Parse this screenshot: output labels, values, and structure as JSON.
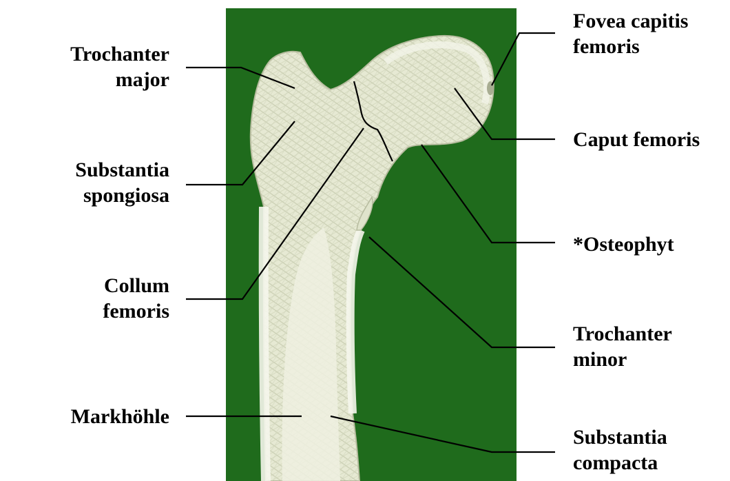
{
  "colors": {
    "background": "#ffffff",
    "specimen_backdrop": "#1f6b1c",
    "bone": "#e9ecd9",
    "bone_shadow": "#bfc4a8",
    "leader_lines": "#000000",
    "text": "#000000"
  },
  "labels": {
    "trochanter_major": {
      "line1": "Trochanter",
      "line2": "major"
    },
    "substantia_spongiosa": {
      "line1": "Substantia",
      "line2": "spongiosa"
    },
    "collum_femoris": {
      "line1": "Collum",
      "line2": "femoris"
    },
    "markhoehle": {
      "line1": "Markhöhle"
    },
    "fovea_capitis_femoris": {
      "line1": "Fovea capitis",
      "line2": "femoris"
    },
    "caput_femoris": {
      "line1": "Caput femoris"
    },
    "osteophyt": {
      "line1": "*Osteophyt"
    },
    "trochanter_minor": {
      "line1": "Trochanter",
      "line2": "minor"
    },
    "substantia_compacta": {
      "line1": "Substantia",
      "line2": "compacta"
    }
  }
}
